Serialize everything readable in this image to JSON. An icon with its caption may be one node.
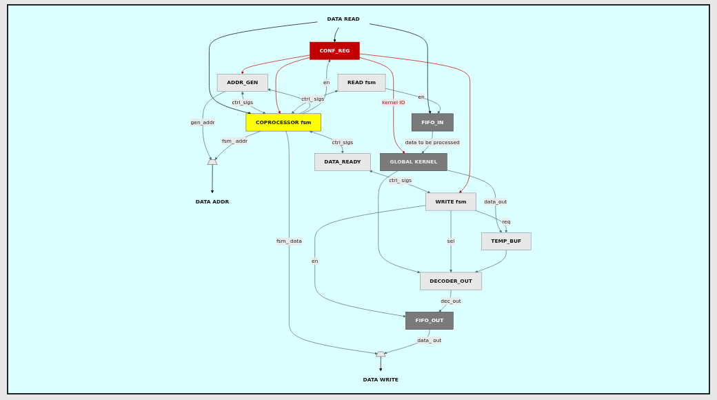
{
  "diagram": {
    "nodes": [
      {
        "text": [
          "DATA READ"
        ]
      },
      {
        "text": [
          "DATA ADDR"
        ]
      },
      {
        "text": [
          "DATA WRITE"
        ]
      },
      {
        "text": [],
        "shape": "trapezoid"
      },
      {
        "text": [],
        "shape": "trapezoid"
      },
      {
        "text": [
          "FIFO_OUT"
        ]
      },
      {
        "text": [
          "DATA_READY"
        ]
      },
      {
        "text": [
          "COPROCESSOR fsm"
        ]
      },
      {
        "text": [
          "ADDR_GEN"
        ]
      },
      {
        "text": [
          "CONF_REG"
        ]
      },
      {
        "text": [
          "WRITE fsm"
        ]
      },
      {
        "text": [
          "GLOBAL KERNEL"
        ]
      },
      {
        "text": [
          "DECODER_OUT"
        ]
      },
      {
        "text": [
          "FIFO_IN"
        ]
      },
      {
        "text": [
          "READ fsm"
        ]
      },
      {
        "text": [
          "TEMP_BUF"
        ]
      }
    ],
    "edges": [
      {
        "from": 0,
        "to": 9,
        "arrow": "to",
        "color": "#000000"
      },
      {
        "from": 0,
        "to": 7,
        "arrow": "to",
        "color": "#000000"
      },
      {
        "from": 0,
        "to": 13,
        "arrow": "to",
        "color": "#000000"
      },
      {
        "from": 3,
        "to": 1,
        "arrow": "to",
        "color": "#000000"
      },
      {
        "from": 4,
        "to": 2,
        "arrow": "to",
        "color": "#000000"
      },
      {
        "from": 8,
        "to": 3,
        "arrow": "to",
        "label": "gen_addr"
      },
      {
        "from": 7,
        "to": 3,
        "arrow": "to",
        "label": "fsm_ addr"
      },
      {
        "from": 7,
        "to": 8,
        "arrow": "to"
      },
      {
        "from": 8,
        "to": 7,
        "arrow": "both",
        "label": "ctrl_sigs"
      },
      {
        "from": 7,
        "to": 9,
        "arrow": "to",
        "label": "en"
      },
      {
        "from": 7,
        "to": 6,
        "arrow": "both",
        "label": "ctrl_sigs"
      },
      {
        "from": 7,
        "to": 4,
        "arrow": "to",
        "label": "fsm_ data"
      },
      {
        "from": 5,
        "to": 4,
        "arrow": "to",
        "label": "data_ out"
      },
      {
        "from": 6,
        "to": 10,
        "arrow": "both",
        "label": "ctrl_ sigs"
      },
      {
        "from": 10,
        "to": 5,
        "arrow": "to",
        "label": "en"
      },
      {
        "from": 9,
        "to": 8,
        "arrow": "to",
        "color": "#c00000"
      },
      {
        "from": 9,
        "to": 11,
        "arrow": "to",
        "label": "kernel ID",
        "color": "#c00000"
      },
      {
        "from": 9,
        "to": 7,
        "arrow": "to",
        "color": "#c00000"
      },
      {
        "from": 9,
        "to": 10,
        "arrow": "to",
        "color": "#c00000"
      },
      {
        "from": 14,
        "to": 7,
        "arrow": "both",
        "label": "ctrl_ sigs"
      },
      {
        "from": 14,
        "to": 13,
        "arrow": "to",
        "label": "en"
      },
      {
        "from": 13,
        "to": 11,
        "arrow": "to",
        "label": "data to be processed"
      },
      {
        "from": 11,
        "to": 12,
        "arrow": "to"
      },
      {
        "from": 11,
        "to": 15,
        "arrow": "to",
        "label": "data_out"
      },
      {
        "from": 10,
        "to": 15,
        "arrow": "to",
        "label": "req"
      },
      {
        "from": 10,
        "to": 12,
        "arrow": "to",
        "label": "sel"
      },
      {
        "from": 12,
        "to": 5,
        "arrow": "to",
        "label": "dec_out"
      },
      {
        "from": 15,
        "to": 12,
        "arrow": "to"
      }
    ]
  }
}
